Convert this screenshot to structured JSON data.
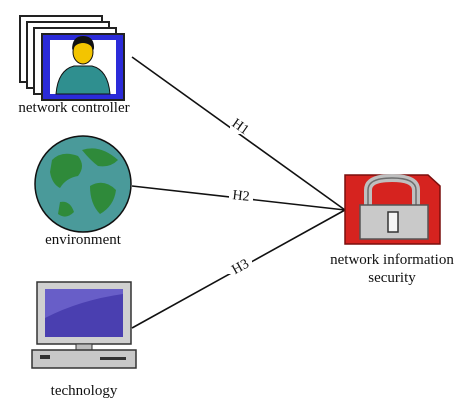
{
  "nodes": {
    "controller": {
      "label": "network controller",
      "icon": "person-stack-icon"
    },
    "environment": {
      "label": "environment",
      "icon": "globe-icon"
    },
    "technology": {
      "label": "technology",
      "icon": "computer-icon"
    },
    "security": {
      "label_line1": "network information",
      "label_line2": "security",
      "icon": "padlock-icon"
    }
  },
  "edges": [
    {
      "from": "controller",
      "to": "security",
      "label": "H1"
    },
    {
      "from": "environment",
      "to": "security",
      "label": "H2"
    },
    {
      "from": "technology",
      "to": "security",
      "label": "H3"
    }
  ],
  "colors": {
    "person_frame_blue": "#2b2bd9",
    "person_shirt_teal": "#2f8f8f",
    "person_hair": "#111111",
    "person_skin": "#f3c400",
    "globe_ocean": "#4a9a9a",
    "globe_land": "#2f8a3a",
    "monitor_screen": "#4a3fb0",
    "computer_body": "#c8c8c8",
    "padlock_red": "#d6231f"
  }
}
